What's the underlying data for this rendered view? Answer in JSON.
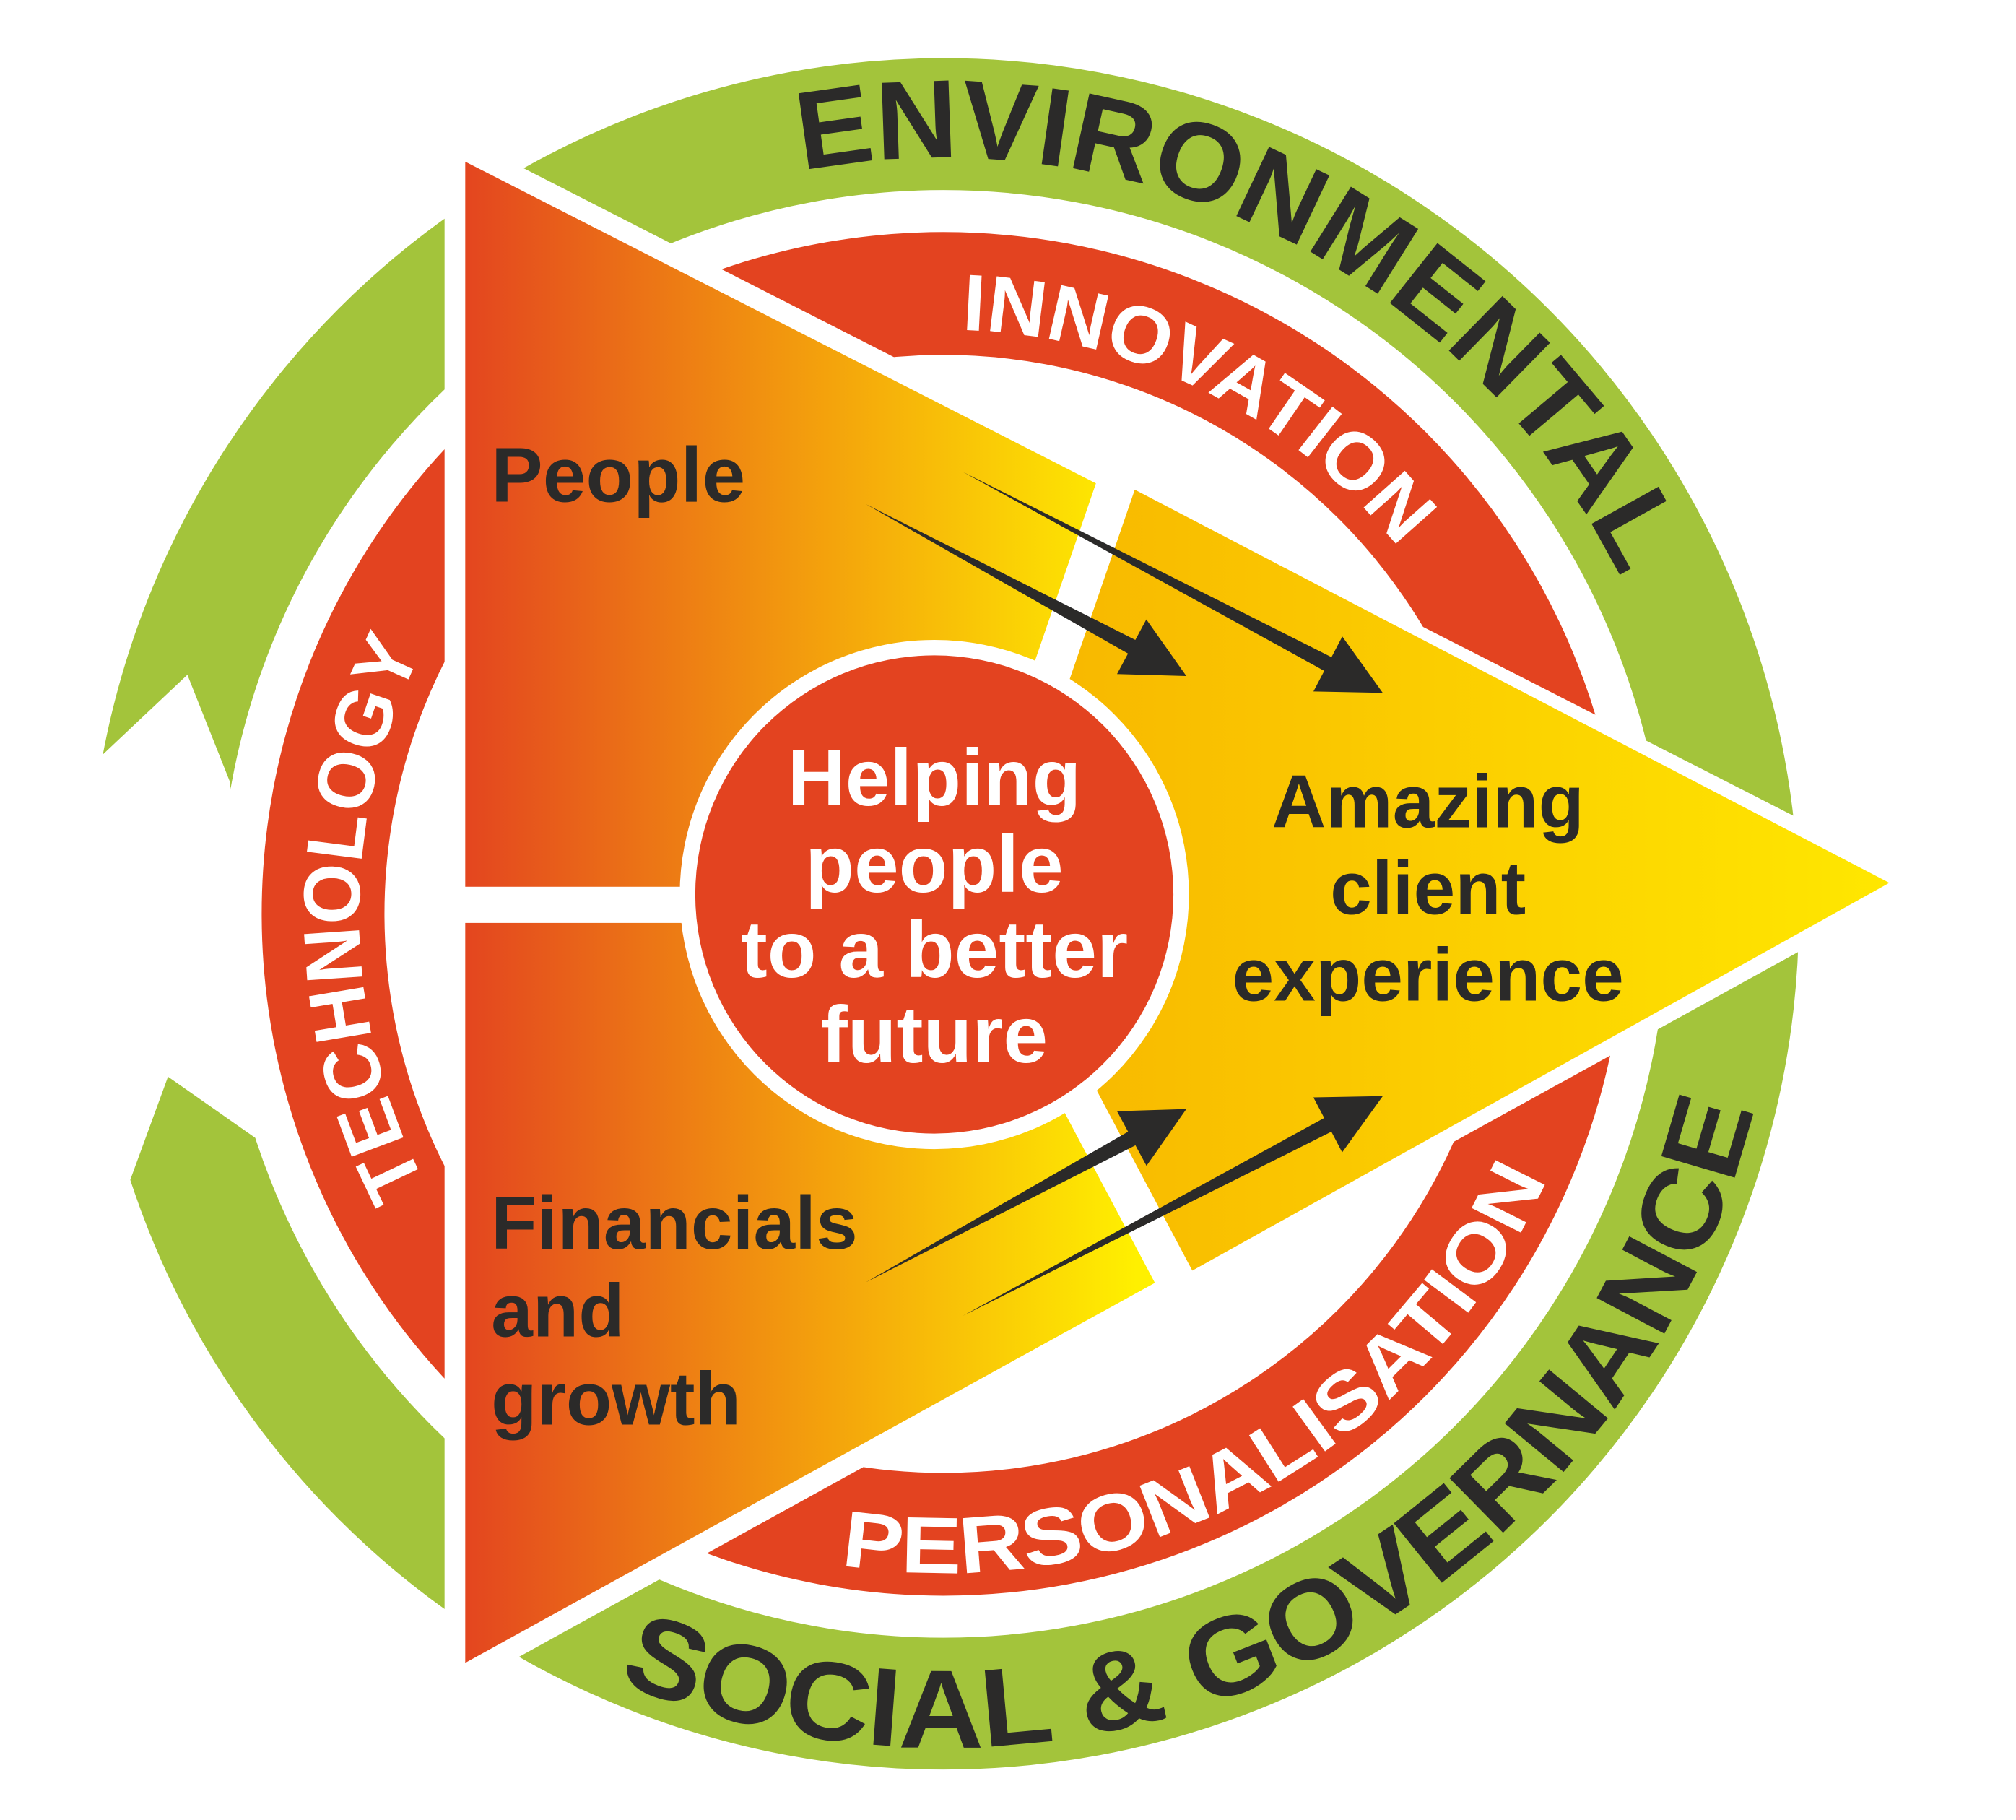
{
  "rings": {
    "outer_top": "ENVIRONMENTAL",
    "outer_bottom": "SOCIAL & GOVERNANCE",
    "inner_top": "INNOVATION",
    "inner_left": "TECHNOLOGY",
    "inner_bottom": "PERSONALISATION"
  },
  "triangle": {
    "top_label": "People",
    "bottom_label": [
      "Financials",
      "and",
      "growth"
    ],
    "right_label": [
      "Amazing",
      "client",
      "experience"
    ]
  },
  "center": {
    "lines": [
      "Helping",
      "people",
      "to a better",
      "future"
    ]
  },
  "colors": {
    "green": "#a3c43b",
    "red": "#e34320",
    "orange": "#f29a10",
    "yellow": "#ffe600",
    "dark": "#2b2a29"
  }
}
